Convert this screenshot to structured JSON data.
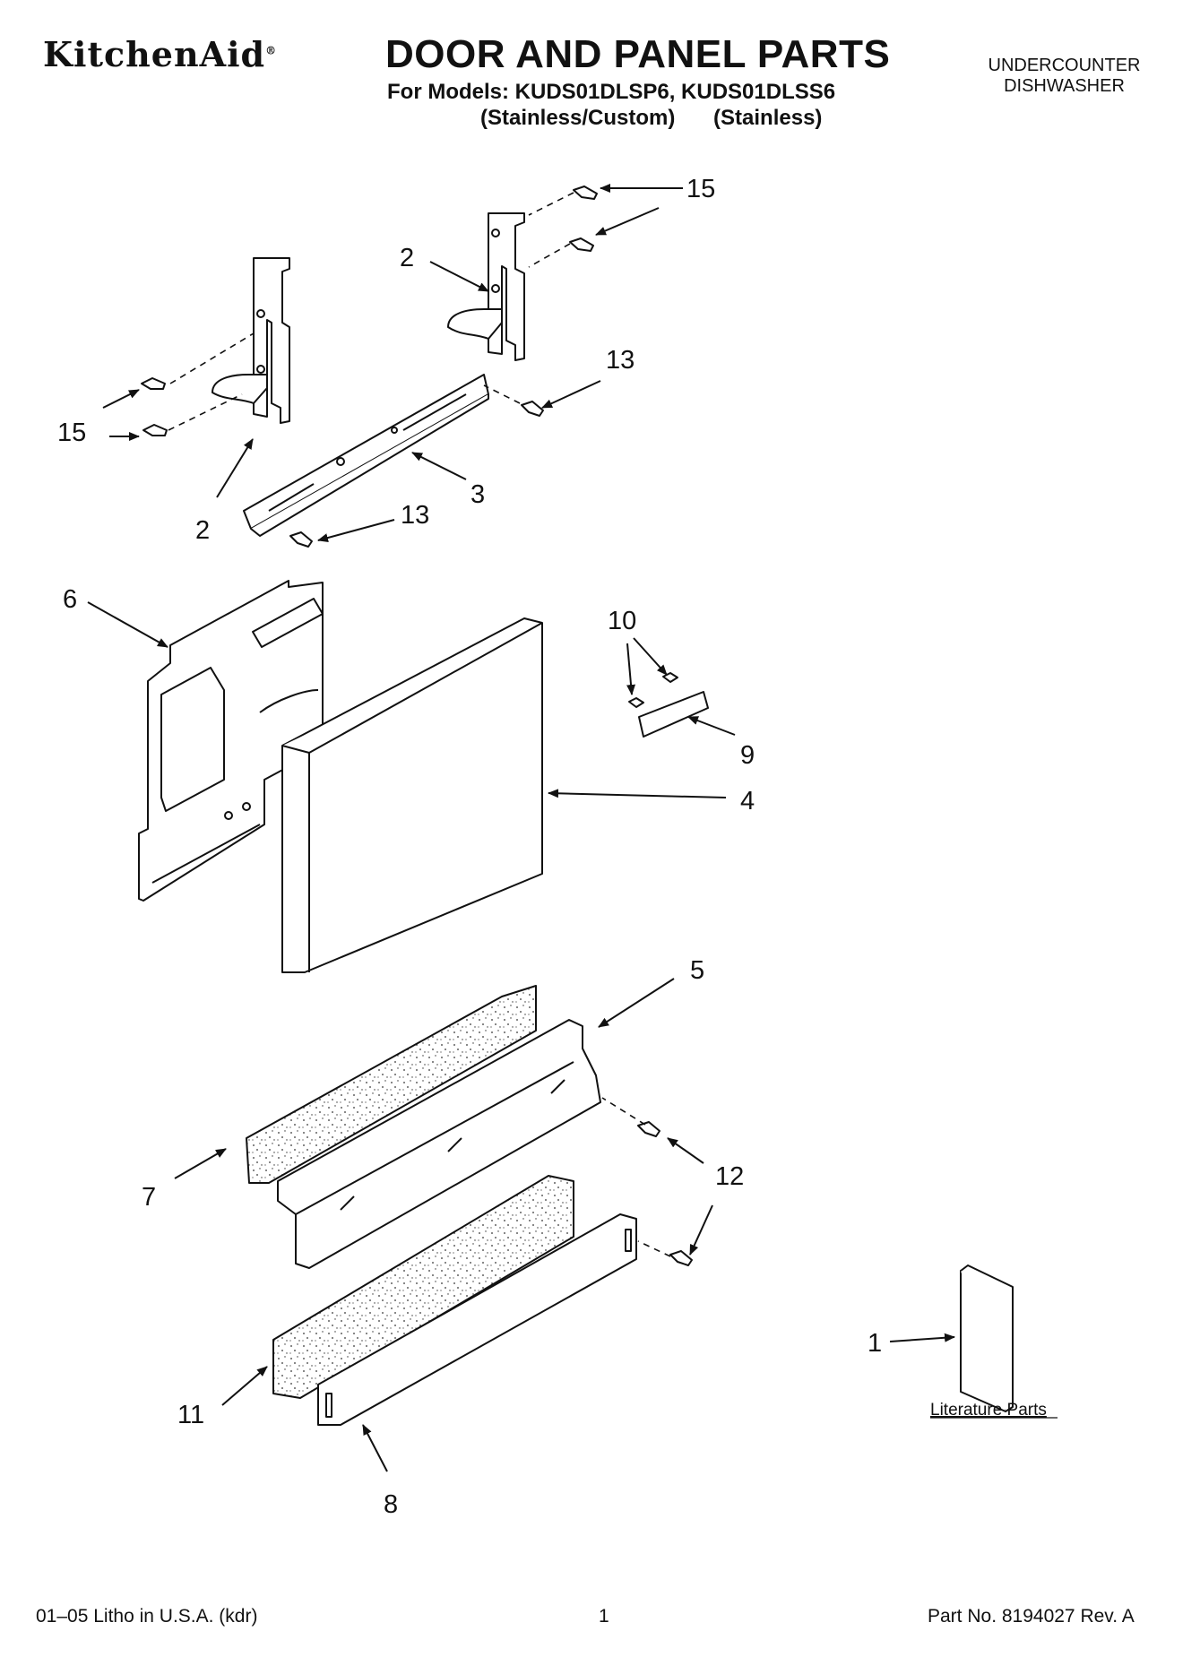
{
  "header": {
    "brand": "KitchenAid",
    "title": "DOOR AND PANEL PARTS",
    "models_line": "For Models: KUDS01DLSP6, KUDS01DLSS6",
    "variant_1": "(Stainless/Custom)",
    "variant_2": "(Stainless)",
    "category_line1": "UNDERCOUNTER",
    "category_line2": "DISHWASHER"
  },
  "callouts": {
    "c15_top": "15",
    "c2_top": "2",
    "c13_top": "13",
    "c15_left": "15",
    "c2_bottom": "2",
    "c3": "3",
    "c13_mid": "13",
    "c6": "6",
    "c10": "10",
    "c9": "9",
    "c4": "4",
    "c5": "5",
    "c7": "7",
    "c12": "12",
    "c1": "1",
    "c11": "11",
    "c8": "8"
  },
  "literature_label": "Literature Parts",
  "footer": {
    "left": "01–05 Litho in U.S.A. (kdr)",
    "center": "1",
    "right": "Part No. 8194027 Rev. A"
  }
}
